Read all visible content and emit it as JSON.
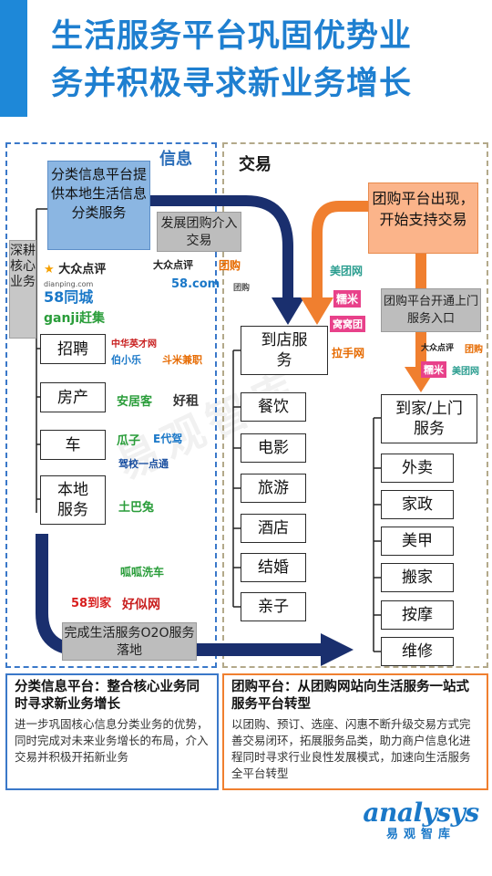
{
  "title": {
    "line1": "生活服务平台巩固优势业",
    "line2": "务并积极寻求新业务增长"
  },
  "panels": {
    "info_label": "信息",
    "trade_label": "交易"
  },
  "info": {
    "classified_box": "分类信息平台提供本地生活信息分类服务",
    "vertical_label": "深耕核心业务",
    "categories": [
      {
        "label": "招聘",
        "logos": [
          "中华英才网",
          "伯小乐",
          "斗米兼职"
        ]
      },
      {
        "label": "房产",
        "logos": [
          "安居客",
          "好租"
        ]
      },
      {
        "label": "车",
        "logos": [
          "瓜子",
          "E代驾",
          "驾校一点通"
        ]
      },
      {
        "label": "本地服务",
        "logos": [
          "土巴兔"
        ]
      }
    ],
    "top_logos": [
      "大众点评",
      "dianping.com",
      "58同城",
      "ganji赶集"
    ],
    "bottom_logos": [
      "58到家",
      "呱呱洗车",
      "好似网"
    ]
  },
  "notes": {
    "dev_groupbuy": "发展团购介入交易",
    "o2o": "完成生活服务O2O服务落地",
    "groupbuy_door": "团购平台开通上门服务入口"
  },
  "trade": {
    "groupbuy_box": "团购平台出现，开始支持交易",
    "store_box": "到店服务",
    "store_items": [
      "餐饮",
      "电影",
      "旅游",
      "酒店",
      "结婚",
      "亲子"
    ],
    "home_box": "到家/上门服务",
    "home_items": [
      "外卖",
      "家政",
      "美甲",
      "搬家",
      "按摩",
      "维修"
    ],
    "logos_mid": [
      "大众点评",
      "团购",
      "58.com",
      "团购"
    ],
    "logos_group": [
      "美团网",
      "糯米",
      "窝窝团",
      "拉手网"
    ],
    "logos_home": [
      "大众点评",
      "团购",
      "糯米",
      "美团网"
    ]
  },
  "bottom": {
    "left_title": "分类信息平台：整合核心业务同时寻求新业务增长",
    "left_text": "进一步巩固核心信息分类业务的优势，同时完成对未来业务增长的布局，介入交易并积极开拓新业务",
    "right_title": "团购平台：从团购网站向生活服务一站式服务平台转型",
    "right_text": "以团购、预订、选座、闪惠不断升级交易方式完善交易闭环，拓展服务品类，助力商户信息化进程同时寻求行业良性发展模式，加速向生活服务全平台转型"
  },
  "brand": {
    "main": "analysys",
    "sub": "易观智库"
  },
  "colors": {
    "title": "#1e7fd0",
    "blue_arrow": "#1a2f6e",
    "orange": "#f07f2f"
  }
}
